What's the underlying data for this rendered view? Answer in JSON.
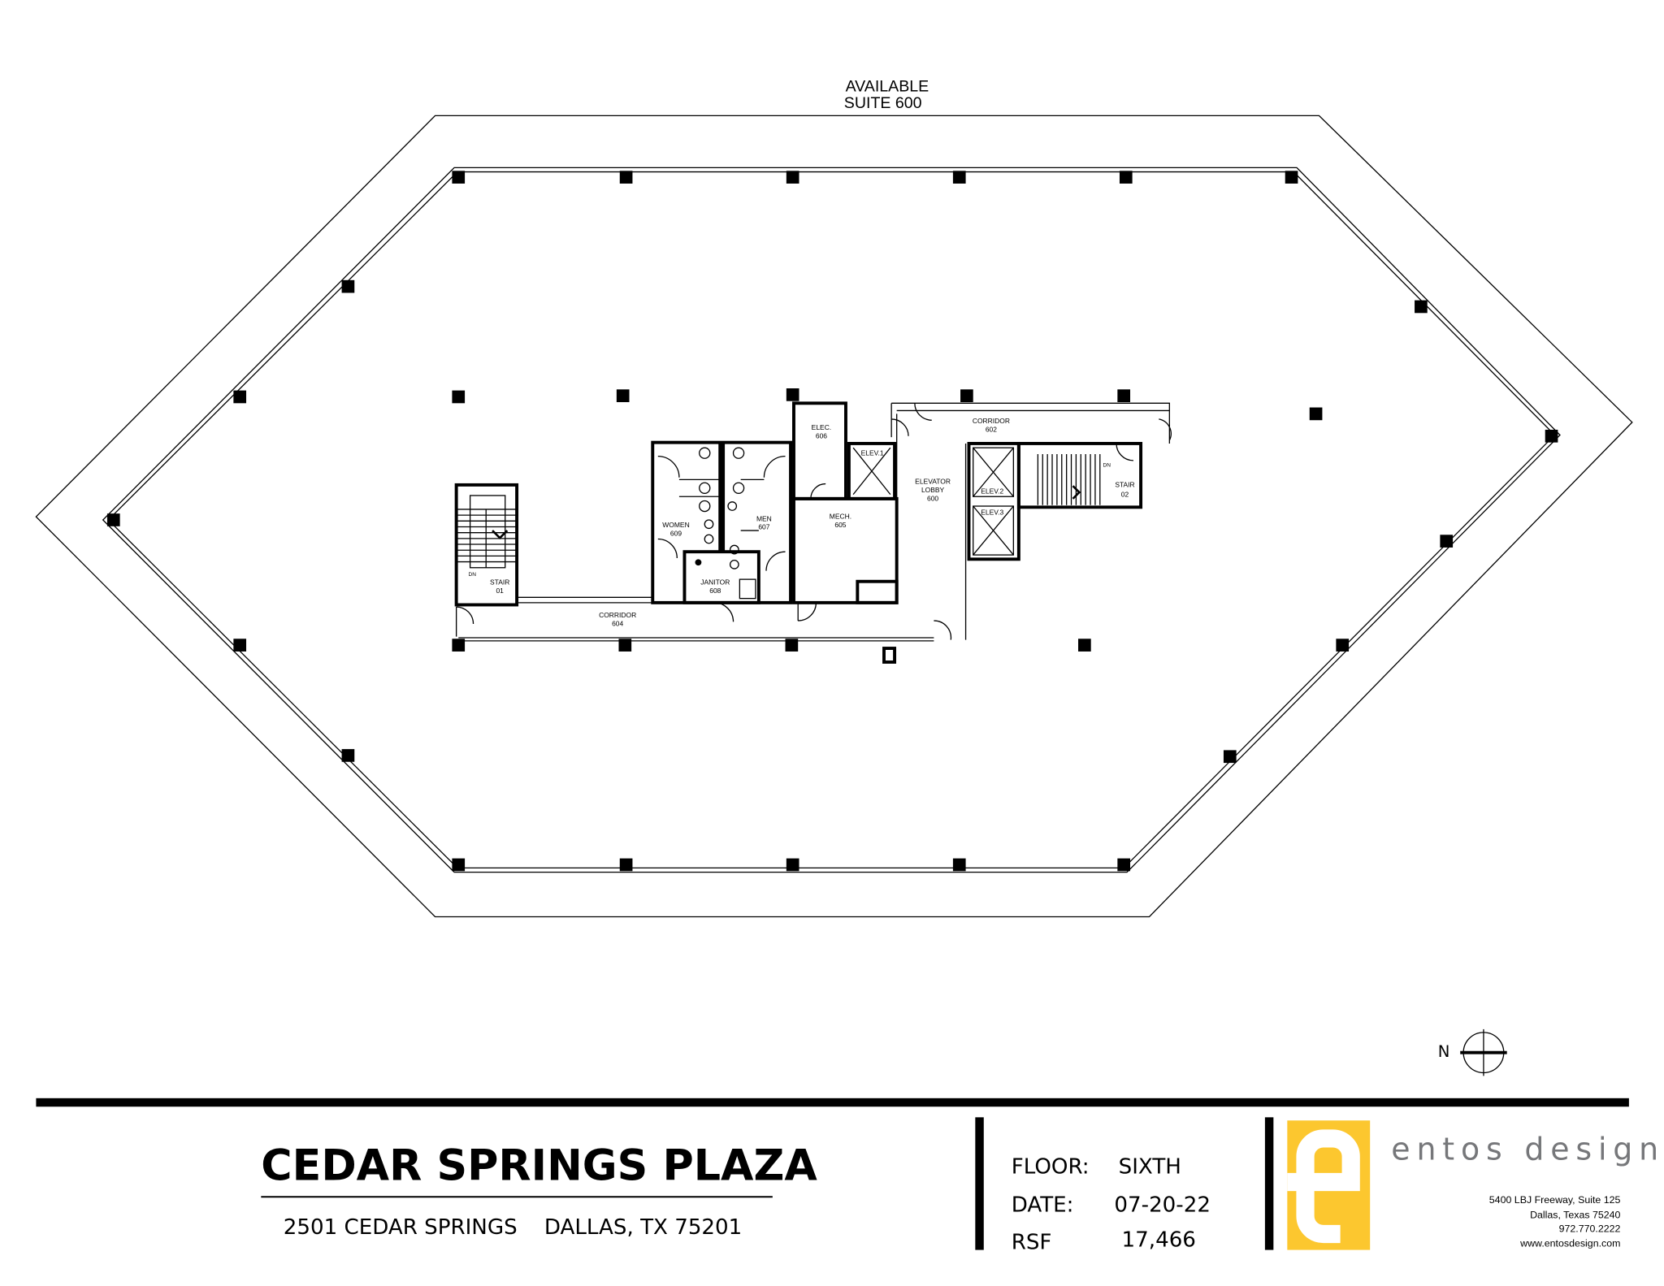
{
  "header": {
    "line1": "AVAILABLE",
    "line2": "SUITE 600"
  },
  "rooms": {
    "elec": {
      "name": "ELEC.",
      "num": "606"
    },
    "elev1": "ELEV.1",
    "elev2": "ELEV.2",
    "elev3": "ELEV.3",
    "lobby": {
      "l1": "ELEVATOR",
      "l2": "LOBBY",
      "num": "600"
    },
    "corridor602": {
      "name": "CORRIDOR",
      "num": "602"
    },
    "stair02": {
      "name": "STAIR",
      "num": "02",
      "dn": "DN"
    },
    "women": {
      "name": "WOMEN",
      "num": "609"
    },
    "men": {
      "name": "MEN",
      "num": "607"
    },
    "mech": {
      "name": "MECH.",
      "num": "605"
    },
    "janitor": {
      "name": "JANITOR",
      "num": "608"
    },
    "stair01": {
      "name": "STAIR",
      "num": "01",
      "dn": "DN"
    },
    "corridor604": {
      "name": "CORRIDOR",
      "num": "604"
    }
  },
  "north": "N",
  "titleblock": {
    "building": "CEDAR SPRINGS PLAZA",
    "address": "2501 CEDAR SPRINGS    DALLAS, TX 75201",
    "floor_label": "FLOOR:",
    "floor_value": "SIXTH",
    "date_label": "DATE:",
    "date_value": "07-20-22",
    "rsf_label": "RSF",
    "rsf_value": "17,466"
  },
  "firm": {
    "logo_letter": "e",
    "name": "entos design",
    "address1": "5400 LBJ Freeway, Suite 125",
    "address2": "Dallas, Texas 75240",
    "phone": "972.770.2222",
    "web": "www.entosdesign.com",
    "brand_color": "#fcc72f",
    "text_color": "#76777a"
  }
}
